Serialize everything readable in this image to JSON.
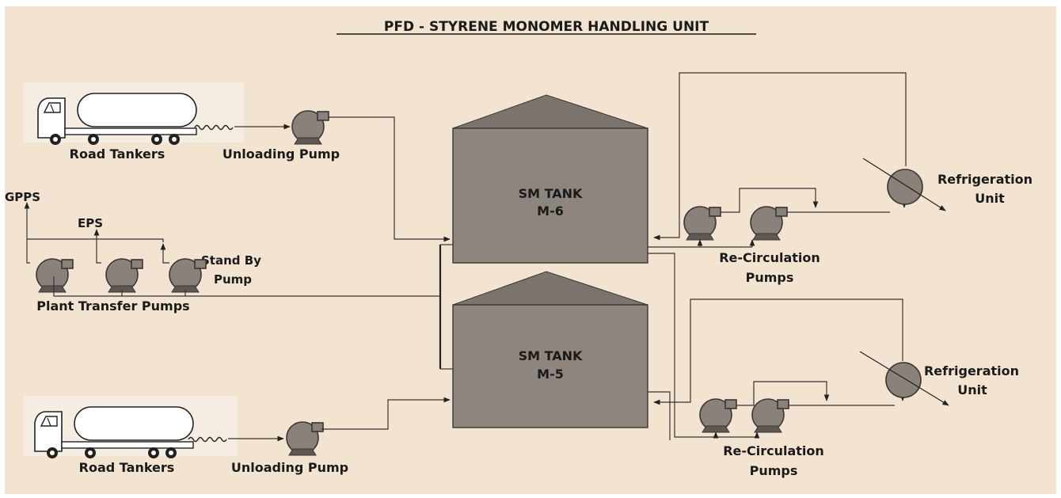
{
  "title": "PFD - STYRENE MONOMER HANDLING UNIT",
  "tanks": [
    {
      "line1": "SM TANK",
      "line2": "M-6"
    },
    {
      "line1": "SM TANK",
      "line2": "M-5"
    }
  ],
  "labels": {
    "road_tankers_top": "Road Tankers",
    "unloading_pump_top": "Unloading Pump",
    "road_tankers_bottom": "Road Tankers",
    "unloading_pump_bottom": "Unloading Pump",
    "gpps": "GPPS",
    "eps": "EPS",
    "stand_by_1": "Stand By",
    "stand_by_2": "Pump",
    "plant_transfer_pumps": "Plant Transfer Pumps",
    "recirc_top_1": "Re-Circulation",
    "recirc_top_2": "Pumps",
    "recirc_bottom_1": "Re-Circulation",
    "recirc_bottom_2": "Pumps",
    "refrig_top_1": "Refrigeration",
    "refrig_top_2": "Unit",
    "refrig_bottom_1": "Refrigeration",
    "refrig_bottom_2": "Unit"
  },
  "colors": {
    "background": "#f3e4d1",
    "equipment": "#8a817b",
    "tank": "#8e857e",
    "line": "#333333"
  }
}
